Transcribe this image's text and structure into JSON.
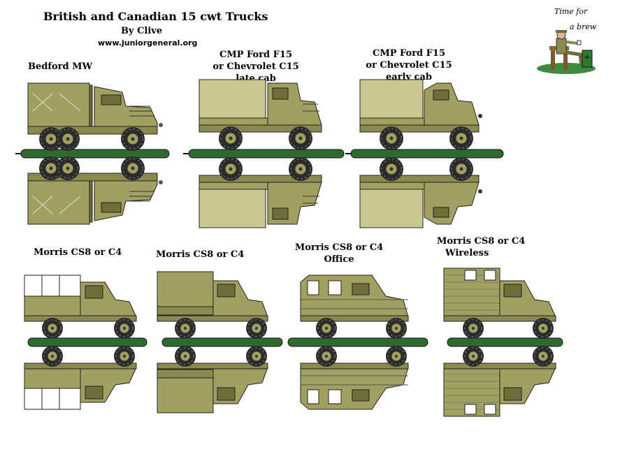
{
  "header": {
    "title": "British and Canadian 15 cwt Trucks",
    "byline": "By Clive",
    "website": "www.juniorgeneral.org"
  },
  "corner_art": {
    "caption_line1": "Time for",
    "caption_line2": "a brew"
  },
  "trucks": [
    {
      "label_lines": [
        "Bedford MW"
      ]
    },
    {
      "label_lines": [
        "CMP Ford F15",
        "or Chevrolet C15",
        "late cab"
      ]
    },
    {
      "label_lines": [
        "CMP Ford F15",
        "or Chevrolet C15",
        "early cab"
      ]
    },
    {
      "label_lines": [
        "Morris CS8 or C4"
      ]
    },
    {
      "label_lines": [
        "Morris CS8 or C4"
      ]
    },
    {
      "label_lines": [
        "Morris CS8 or C4",
        "Office"
      ]
    },
    {
      "label_lines": [
        "Morris CS8 or C4",
        "Wireless"
      ]
    }
  ],
  "colors": {
    "olive_body": "#a0a060",
    "olive_dark": "#6e6e3a",
    "canvas_tilt": "#c8c890",
    "base_green": "#2f6a2f",
    "tyre": "#2a2a2a",
    "white_panel": "#ffffff"
  }
}
